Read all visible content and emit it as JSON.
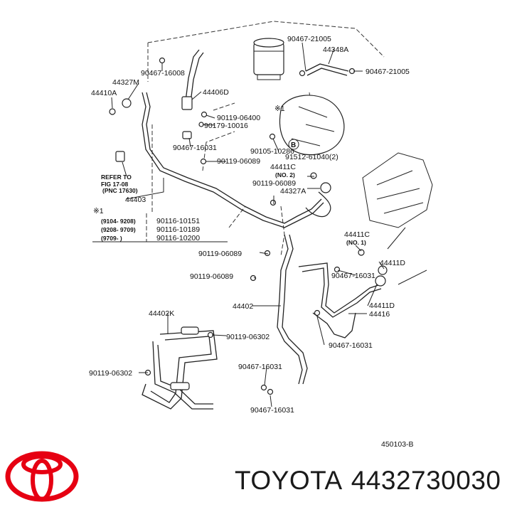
{
  "labels": {
    "p1": "90467-21005",
    "p2": "44348A",
    "p3": "90467-21005",
    "p4": "90467-16008",
    "p5": "44327M",
    "p6": "44410A",
    "p7": "44406D",
    "p8": "※1",
    "p9": "90119-06400",
    "p10": "90179-10016",
    "p11": "90467-16031",
    "p12": "90105-10286",
    "p13": "B",
    "p14": "91512-61040(2)",
    "p15": "90119-06089",
    "p16": "44411C",
    "p17": "(NO. 2)",
    "p18": "90119-06089",
    "p19": "44327A",
    "p20": "44403",
    "p21": "44411C",
    "p22": "(NO. 1)",
    "p23": "44411D",
    "p24": "90119-06089",
    "p25": "90467-16031",
    "p26": "90119-06089",
    "p27": "44402",
    "p28": "44411D",
    "p29": "44416",
    "p30": "44402K",
    "p31": "90119-06302",
    "p32": "90467-16031",
    "p33": "90119-06302",
    "p34": "90467-16031",
    "p35": "90467-16031",
    "refer1": "REFER TO",
    "refer2": "FIG 17-08",
    "refer3": "(PNC 17630)",
    "diagram_code": "450103-B"
  },
  "note_table": {
    "header": "※1",
    "rows": [
      {
        "range": "(9104- 9208)",
        "part": "90116-10151"
      },
      {
        "range": "(9208- 9709)",
        "part": "90116-10189"
      },
      {
        "range": "(9709-      )",
        "part": "90116-10200"
      }
    ]
  },
  "footer": {
    "brand": "TOYOTA",
    "part_number": "4432730030",
    "logo_color": "#e60012"
  }
}
